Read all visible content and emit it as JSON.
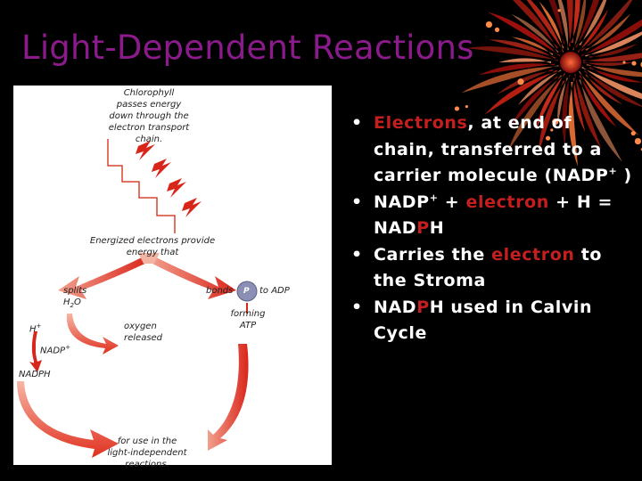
{
  "slide": {
    "title": "Light-Dependent Reactions",
    "background_color": "#000000",
    "title_color": "#8b1a8b",
    "accent_color": "#c41e1e"
  },
  "diagram": {
    "label_chlorophyll": "Chlorophyll",
    "label_passes_1": "passes energy",
    "label_passes_2": "down through the",
    "label_passes_3": "electron transport chain.",
    "label_energized_1": "Energized electrons provide",
    "label_energized_2": "energy that",
    "label_splits": "splits",
    "label_h2o_h": "H",
    "label_h2o_2": "2",
    "label_h2o_o": "O",
    "label_bonds": "bonds",
    "label_p": "P",
    "label_to_adp": "to ADP",
    "label_hplus": "H",
    "label_hplus_sup": "+",
    "label_oxygen_1": "oxygen",
    "label_oxygen_2": "released",
    "label_forming_1": "forming",
    "label_forming_2": "ATP",
    "label_nadp": "NADP",
    "label_nadp_sup": "+",
    "label_nadph": "NADPH",
    "label_for_use_1": "for use in the",
    "label_for_use_2": "light-independent reactions."
  },
  "bullets": [
    {
      "marker": "•",
      "segments": [
        {
          "text": "Electrons",
          "color": "red"
        },
        {
          "text": ", at end of chain, transferred to a carrier molecule (NADP",
          "color": "white"
        },
        {
          "text": "+",
          "color": "white",
          "sup": true
        },
        {
          "text": " )",
          "color": "white"
        }
      ]
    },
    {
      "marker": "•",
      "segments": [
        {
          "text": "NADP",
          "color": "white"
        },
        {
          "text": "+",
          "color": "white",
          "sup": true
        },
        {
          "text": " + ",
          "color": "white"
        },
        {
          "text": "electron",
          "color": "red"
        },
        {
          "text": " + H = NAD",
          "color": "white"
        },
        {
          "text": "P",
          "color": "red"
        },
        {
          "text": "H",
          "color": "white"
        }
      ]
    },
    {
      "marker": "•",
      "segments": [
        {
          "text": "Carries the ",
          "color": "white"
        },
        {
          "text": "electron",
          "color": "red"
        },
        {
          "text": " to the Stroma",
          "color": "white"
        }
      ]
    },
    {
      "marker": "•",
      "segments": [
        {
          "text": "NAD",
          "color": "white"
        },
        {
          "text": "P",
          "color": "red"
        },
        {
          "text": "H used in Calvin Cycle",
          "color": "white"
        }
      ]
    }
  ]
}
